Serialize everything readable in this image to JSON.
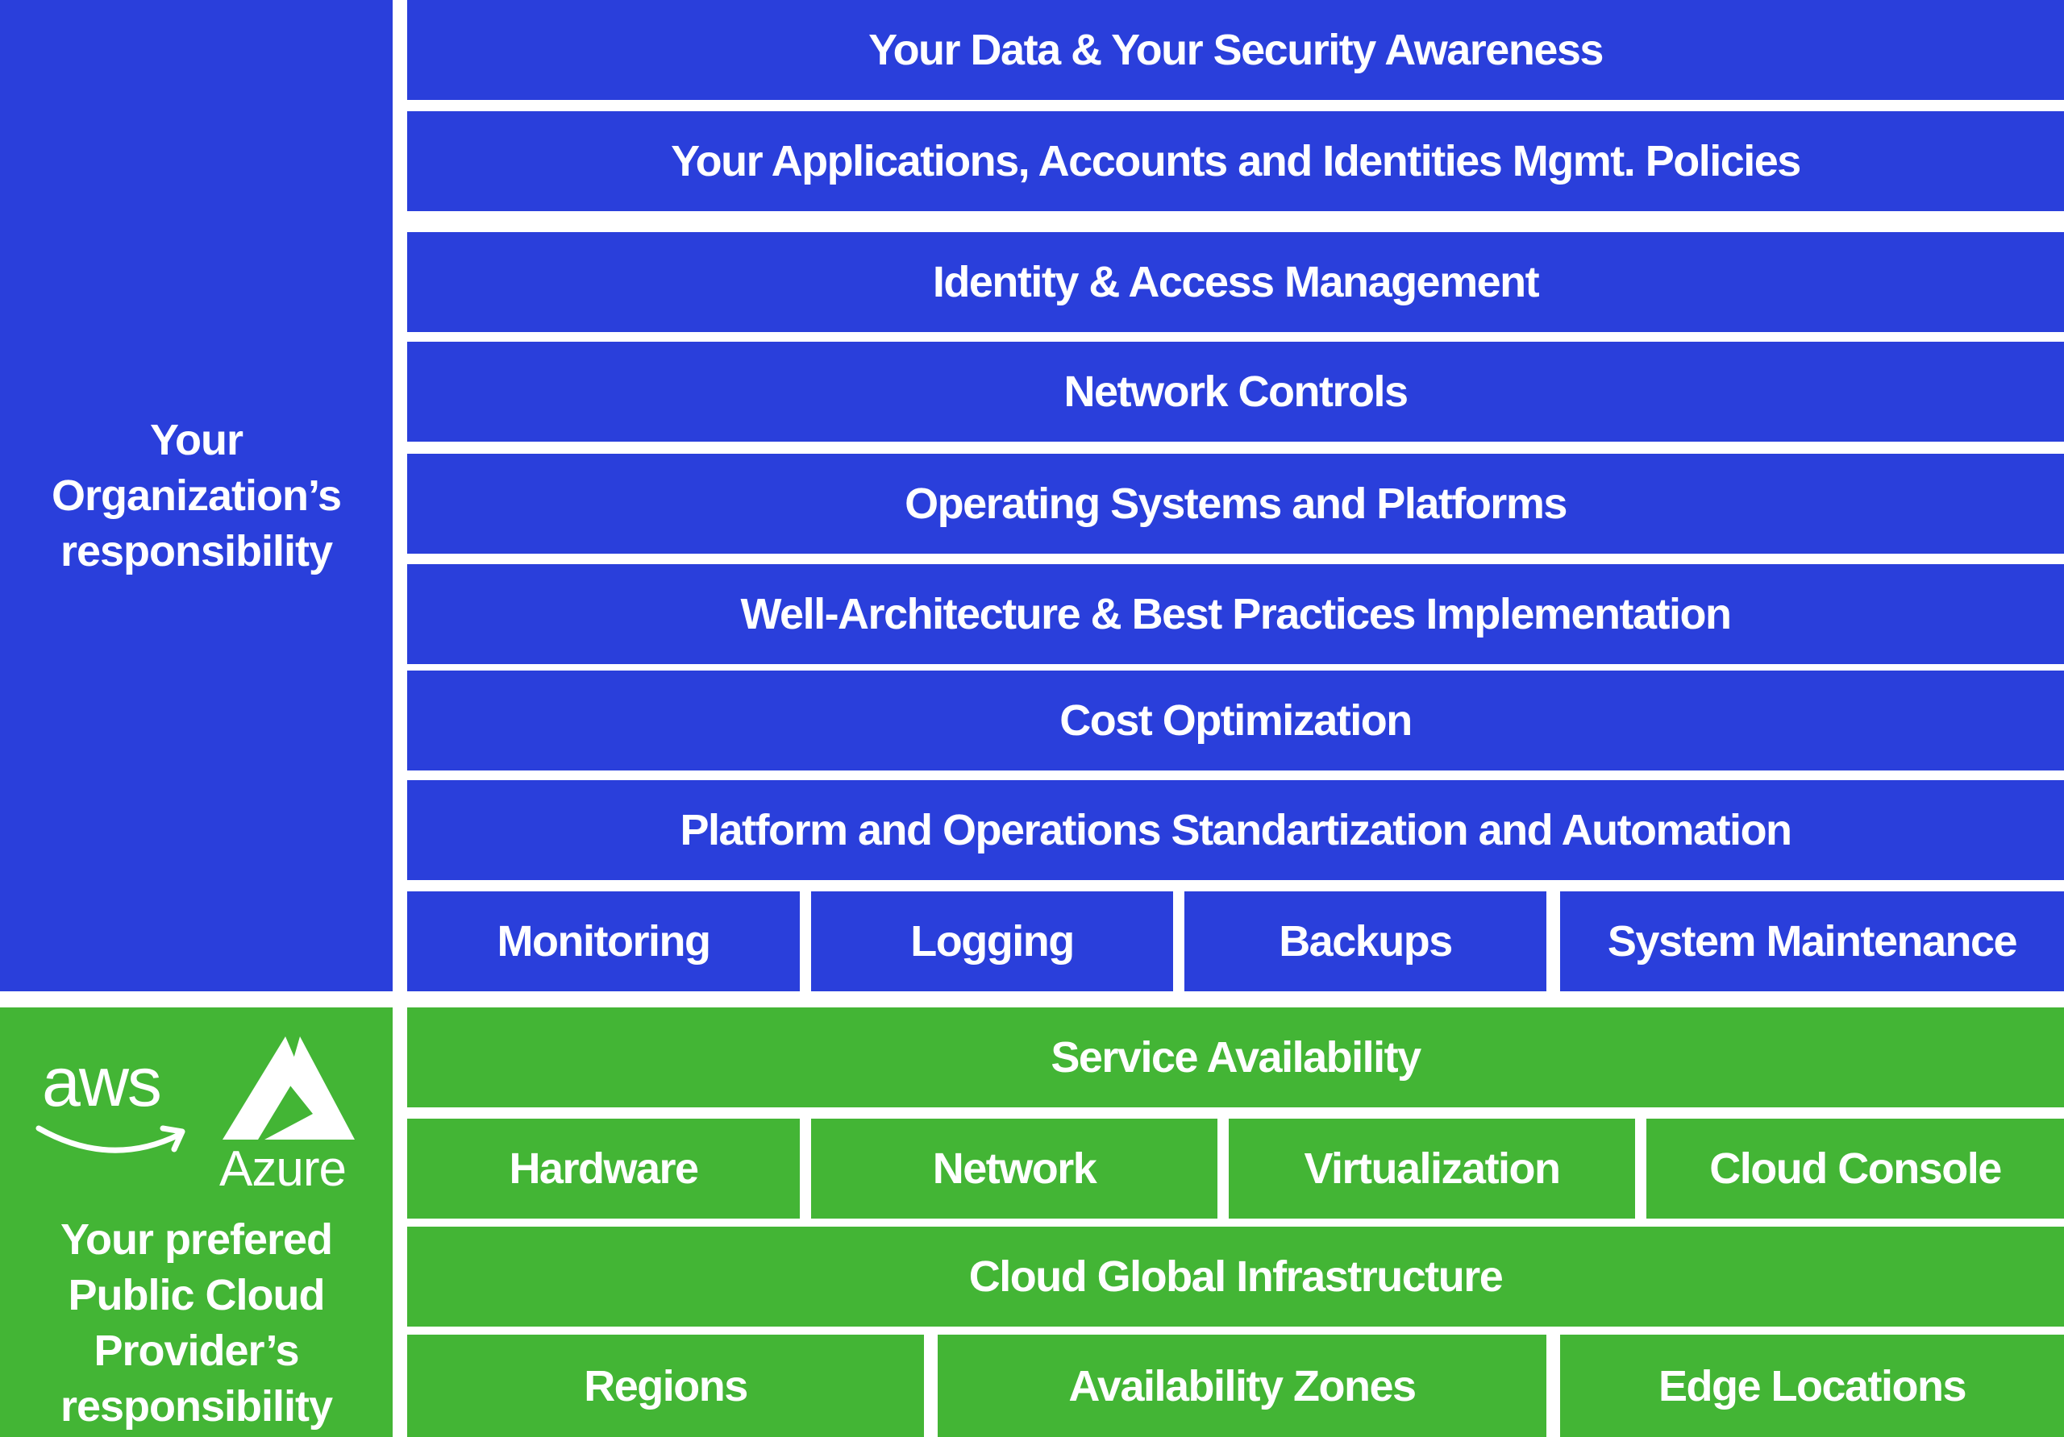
{
  "organization": {
    "label": "Your\nOrganization’s\nresponsibility",
    "layers": [
      "Your Data & Your Security Awareness",
      "Your Applications, Accounts and Identities Mgmt. Policies",
      "Identity & Access Management",
      "Network Controls",
      "Operating Systems and Platforms",
      "Well-Architecture & Best Practices Implementation",
      "Cost Optimization",
      "Platform and Operations Standartization and Automation"
    ],
    "operations": [
      "Monitoring",
      "Logging",
      "Backups",
      "System Maintenance"
    ]
  },
  "provider": {
    "label": "Your prefered\nPublic Cloud\nProvider’s\nresponsibility",
    "logos": {
      "aws": "aws",
      "azure": "Azure"
    },
    "service_availability": "Service Availability",
    "components": [
      "Hardware",
      "Network",
      "Virtualization",
      "Cloud Console"
    ],
    "global_infrastructure": "Cloud Global Infrastructure",
    "locations": [
      "Regions",
      "Availability Zones",
      "Edge Locations"
    ]
  },
  "colors": {
    "blue": "#2a3fdb",
    "green": "#43b535",
    "text": "#ffffff"
  }
}
